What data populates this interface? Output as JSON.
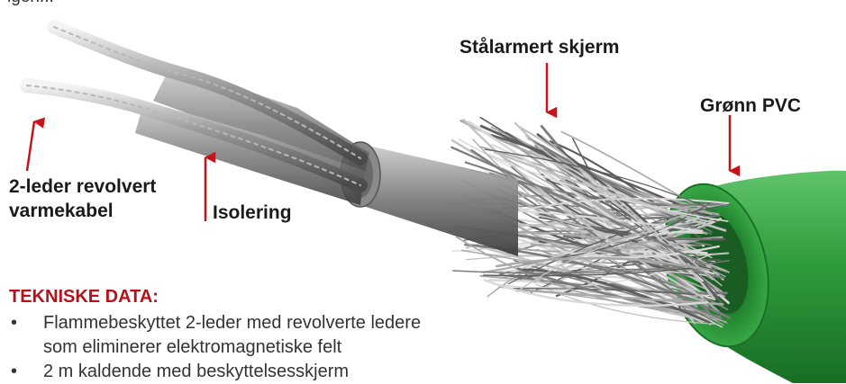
{
  "top_text": "igen...",
  "labels": {
    "steel": "Stålarmert skjerm",
    "pvc": "Grønn PVC",
    "heating_line1": "2-leder revolvert",
    "heating_line2": "varmekabel",
    "insulation": "Isolering"
  },
  "specs": {
    "heading": "TEKNISKE DATA:",
    "items": [
      {
        "line1": "Flammebeskyttet 2-leder med revolverte ledere",
        "line2": "som eliminerer elektromagnetiske felt"
      },
      {
        "line1": "2 m kaldende med beskyttelsesskjerm",
        "line2": ""
      }
    ]
  },
  "colors": {
    "arrow": "#c4151c",
    "heading": "#b5121b",
    "pvc_green": "#2f9a3c"
  }
}
